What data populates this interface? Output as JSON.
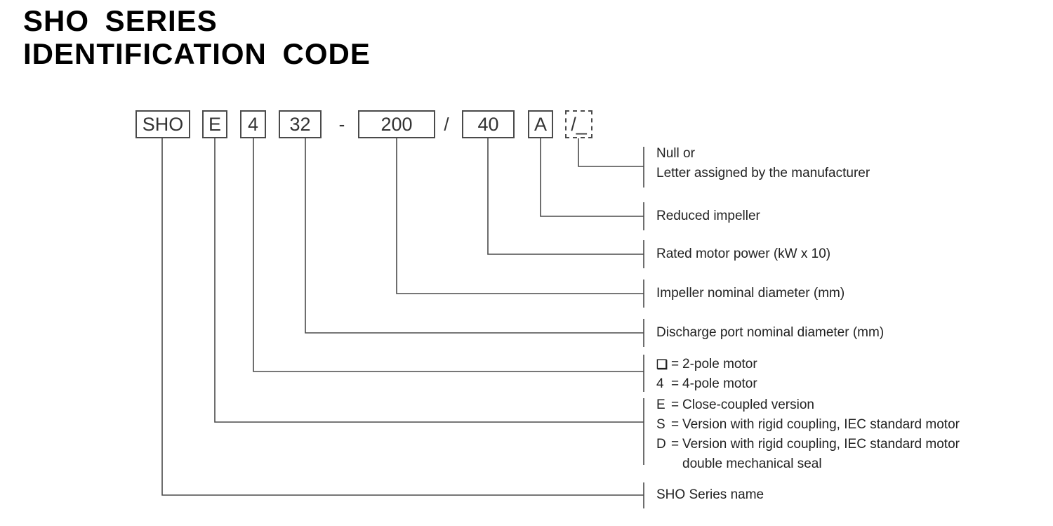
{
  "page": {
    "title_line1": "SHO SERIES",
    "title_line2": "IDENTIFICATION CODE"
  },
  "code": {
    "segments": [
      {
        "name": "series",
        "text": "SHO"
      },
      {
        "name": "version",
        "text": "E"
      },
      {
        "name": "poles",
        "text": "4"
      },
      {
        "name": "discharge-port",
        "text": "32"
      },
      {
        "name": "dash-separator",
        "text": "-"
      },
      {
        "name": "impeller-diameter",
        "text": "200"
      },
      {
        "name": "slash-separator",
        "text": "/"
      },
      {
        "name": "motor-power",
        "text": "40"
      },
      {
        "name": "reduced-impeller",
        "text": "A"
      },
      {
        "name": "manufacturer-letter",
        "text": "/_"
      }
    ]
  },
  "labels": {
    "manufacturer": {
      "line1": "Null or",
      "line2": "Letter assigned by the manufacturer"
    },
    "reduced_impeller": {
      "text": "Reduced impeller"
    },
    "motor_power": {
      "text": "Rated motor power (kW x 10)"
    },
    "impeller_diameter": {
      "text": "Impeller nominal diameter (mm)"
    },
    "discharge_port": {
      "text": "Discharge port nominal diameter (mm)"
    },
    "poles": {
      "rows": [
        {
          "key": "❑",
          "eq": "=",
          "value": "2-pole motor"
        },
        {
          "key": "4",
          "eq": "=",
          "value": "4-pole motor"
        }
      ]
    },
    "versions": {
      "rows": [
        {
          "key": "E",
          "eq": "=",
          "value": "Close-coupled version"
        },
        {
          "key": "S",
          "eq": "=",
          "value": "Version with rigid coupling, IEC standard motor"
        },
        {
          "key": "D",
          "eq": "=",
          "value": "Version with rigid coupling, IEC standard motor"
        },
        {
          "key": "",
          "eq": "",
          "value": "double mechanical seal"
        }
      ]
    },
    "series_name": {
      "text": "SHO Series name"
    }
  },
  "colors": {
    "title_text": "#000000",
    "body_text": "#222222",
    "line": "#4a4a4a"
  }
}
